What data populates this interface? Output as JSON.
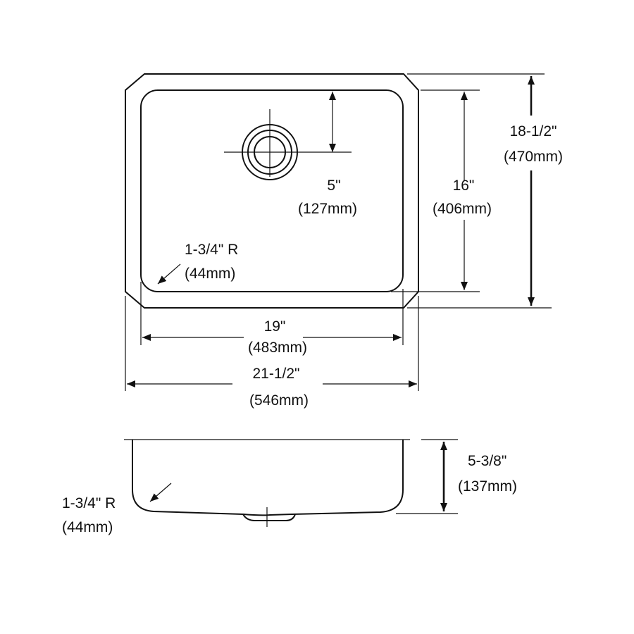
{
  "top_view": {
    "drain_offset": {
      "in": "5\"",
      "mm": "(127mm)"
    },
    "bowl_length": {
      "in": "16\"",
      "mm": "(406mm)"
    },
    "overall_length": {
      "in": "18-1/2\"",
      "mm": "(470mm)"
    },
    "corner_radius": {
      "in": "1-3/4\" R",
      "mm": "(44mm)"
    },
    "bowl_width": {
      "in": "19\"",
      "mm": "(483mm)"
    },
    "overall_width": {
      "in": "21-1/2\"",
      "mm": "(546mm)"
    }
  },
  "side_view": {
    "depth": {
      "in": "5-3/8\"",
      "mm": "(137mm)"
    },
    "corner_radius": {
      "in": "1-3/4\" R",
      "mm": "(44mm)"
    }
  },
  "colors": {
    "line": "#111111",
    "background": "#ffffff"
  }
}
